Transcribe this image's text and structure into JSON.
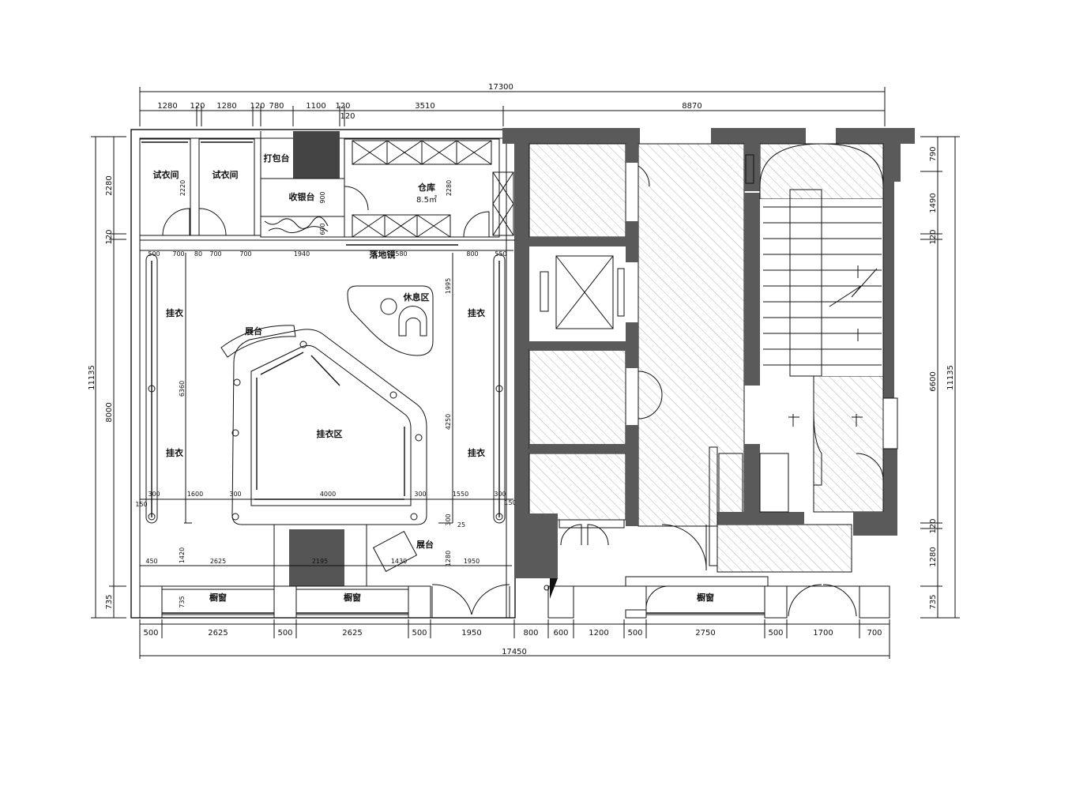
{
  "dimensions": {
    "top_total": "17300",
    "top_segments": [
      "1280",
      "120",
      "1280",
      "120",
      "780",
      "1100",
      "120",
      "3510",
      "8870"
    ],
    "top_extra": "120",
    "bottom_segments": [
      "500",
      "2625",
      "500",
      "2625",
      "500",
      "1950",
      "800",
      "600",
      "1200",
      "500",
      "2750",
      "500",
      "1700",
      "700"
    ],
    "bottom_total": "17450",
    "left_total": "11135",
    "left_segments": [
      "2280",
      "120",
      "8000",
      "735"
    ],
    "right_total": "11135",
    "right_segments": [
      "790",
      "1490",
      "120",
      "6600",
      "120",
      "1280",
      "735"
    ],
    "inner_top_row": [
      "500",
      "700",
      "80",
      "700",
      "700",
      "1940",
      "580",
      "800",
      "550"
    ],
    "inner_bottom_row": [
      "300",
      "1600",
      "300",
      "4000",
      "300",
      "1550",
      "300",
      "150",
      "150"
    ],
    "inner_misc": [
      "2220",
      "2280",
      "900",
      "600",
      "1995",
      "6360",
      "4250",
      "1420",
      "450",
      "2625",
      "2195",
      "1430",
      "1280",
      "1950",
      "735",
      "735",
      "25",
      "300"
    ]
  },
  "rooms": {
    "fitting1": "试衣间",
    "fitting2": "试衣间",
    "packing": "打包台",
    "cashier": "收银台",
    "warehouse": "仓库",
    "warehouse_area": "8.5㎡",
    "mirror": "落地镜",
    "rest_area": "休息区",
    "display_top": "展台",
    "hanging_area": "挂衣区",
    "hang_lt": "挂衣",
    "hang_rt": "挂衣",
    "hang_lb": "挂衣",
    "hang_rb": "挂衣",
    "display_bottom": "展台",
    "window1": "橱窗",
    "window2": "橱窗",
    "window3": "橱窗"
  }
}
